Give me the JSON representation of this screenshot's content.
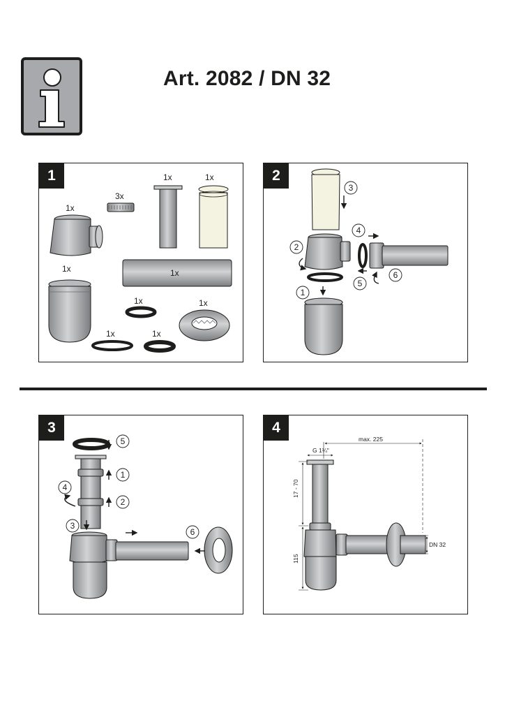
{
  "header": {
    "title": "Art. 2082 / DN 32",
    "info_icon": "info-icon"
  },
  "panels": [
    {
      "number": "1",
      "quantities": {
        "bottle_top": "1x",
        "nut_set": "3x",
        "dip_tube": "1x",
        "transparent_tube": "1x",
        "bottle_body": "1x",
        "outlet_pipe": "1x",
        "small_gasket": "1x",
        "rosette": "1x",
        "large_gasket": "1x",
        "flat_gasket": "1x"
      }
    },
    {
      "number": "2",
      "steps": [
        "1",
        "2",
        "3",
        "4",
        "5",
        "6"
      ]
    },
    {
      "number": "3",
      "steps": [
        "1",
        "2",
        "3",
        "4",
        "5",
        "6"
      ]
    },
    {
      "number": "4",
      "dimensions": {
        "max_length": "max. 225",
        "thread": "G 1¼\"",
        "upper_height": "17 - 70",
        "lower_height": "115",
        "pipe_diameter": "DN 32"
      }
    }
  ],
  "colors": {
    "ink": "#1d1d1b",
    "info_grey": "#a7a9ac",
    "metal_dark": "#8a8c8f",
    "metal_light": "#d1d3d4",
    "tube_fill": "#f4f3e2"
  }
}
